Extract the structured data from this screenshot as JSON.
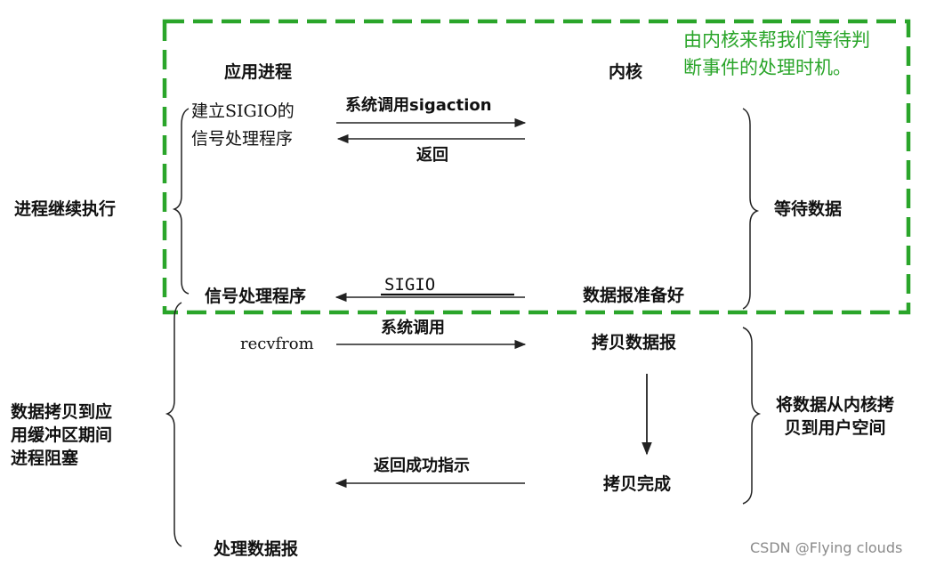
{
  "colors": {
    "highlight_box": "#2aa52a",
    "ink": "#111111",
    "watermark": "#8a8a8a"
  },
  "note": "由内核来帮我们等待判断事件的处理时机。",
  "app_process_header": "应用进程",
  "kernel_header": "内核",
  "establish_handler": [
    "建立SIGIO的",
    "信号处理程序"
  ],
  "syscall_sigaction": "系统调用sigaction",
  "return_label": "返回",
  "process_continues": "进程继续执行",
  "wait_for_data": "等待数据",
  "signal_handler": "信号处理程序",
  "sigio_label": "SIGIO",
  "datagram_ready": "数据报准备好",
  "recvfrom_label": "recvfrom",
  "syscall_label": "系统调用",
  "copy_datagram": "拷贝数据报",
  "blocked_note": [
    "数据拷贝到应",
    "用缓冲区期间",
    "进程阻塞"
  ],
  "copy_to_user": [
    "将数据从内核拷",
    "贝到用户空间"
  ],
  "return_success": "返回成功指示",
  "copy_complete": "拷贝完成",
  "process_datagram": "处理数据报",
  "watermark": "CSDN @Flying  clouds"
}
